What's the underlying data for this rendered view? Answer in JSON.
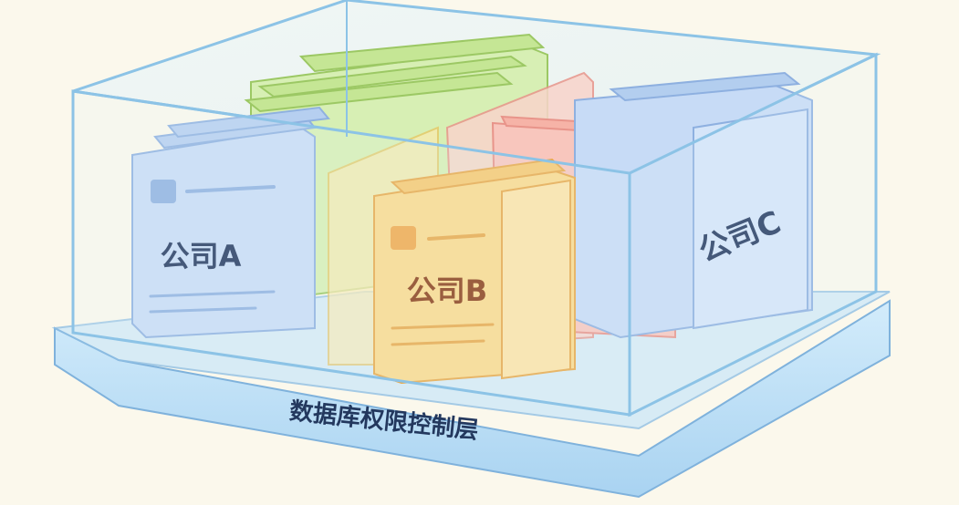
{
  "companies": {
    "a": {
      "label": "公司A",
      "color": "#c9dcf6",
      "stroke": "#8fb1e0",
      "text_color": "#23385e"
    },
    "b": {
      "label": "公司B",
      "color": "#fbd98c",
      "stroke": "#e8a94a",
      "text_color": "#8a3e16"
    },
    "c": {
      "label": "公司C",
      "color": "#c7dbf6",
      "stroke": "#8eb0e0",
      "text_color": "#23385e"
    }
  },
  "base": {
    "label": "数据库权限控制层",
    "color": "#bfe0f7"
  },
  "decor_colors": {
    "green": "#d7efb4",
    "red": "#f8c6bd",
    "glass": "#e4f3fc"
  }
}
